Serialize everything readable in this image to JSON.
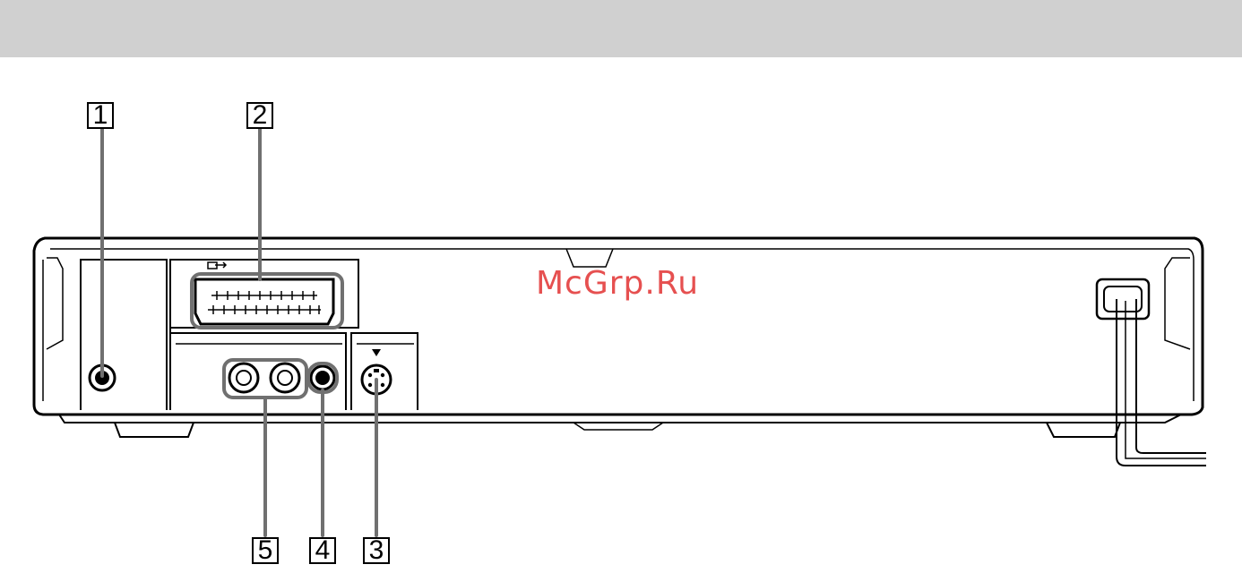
{
  "callouts": {
    "c1": "1",
    "c2": "2",
    "c3": "3",
    "c4": "4",
    "c5": "5"
  },
  "watermark": "McGrp.Ru",
  "colors": {
    "header_band": "#d0d0d0",
    "leader_line": "#707070",
    "outline": "#000000",
    "watermark": "#e65050"
  },
  "icons": {
    "scart_output": "scart-output-icon",
    "s_video_marker": "triangle-down-icon"
  }
}
